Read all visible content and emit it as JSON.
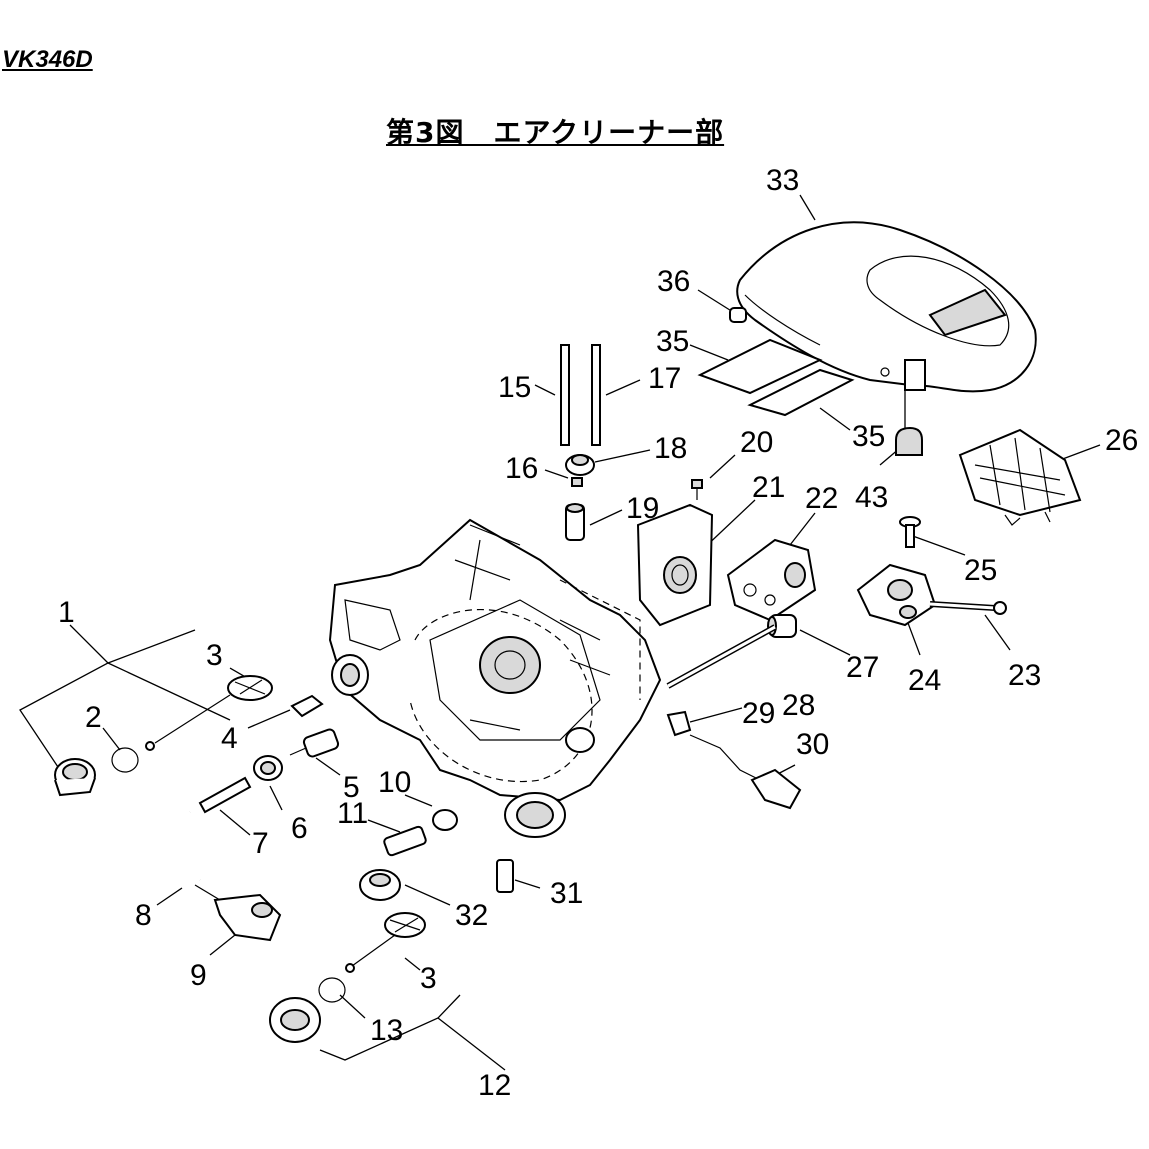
{
  "header": {
    "model": "VK346D",
    "title": "第3図　エアクリーナー部"
  },
  "callouts": [
    {
      "id": "c1",
      "text": "1"
    },
    {
      "id": "c2",
      "text": "2"
    },
    {
      "id": "c3a",
      "text": "3"
    },
    {
      "id": "c3b",
      "text": "3"
    },
    {
      "id": "c4",
      "text": "4"
    },
    {
      "id": "c5",
      "text": "5"
    },
    {
      "id": "c6",
      "text": "6"
    },
    {
      "id": "c7",
      "text": "7"
    },
    {
      "id": "c8",
      "text": "8"
    },
    {
      "id": "c9",
      "text": "9"
    },
    {
      "id": "c10",
      "text": "10"
    },
    {
      "id": "c11",
      "text": "11"
    },
    {
      "id": "c12",
      "text": "12"
    },
    {
      "id": "c13",
      "text": "13"
    },
    {
      "id": "c15",
      "text": "15"
    },
    {
      "id": "c16",
      "text": "16"
    },
    {
      "id": "c17",
      "text": "17"
    },
    {
      "id": "c18",
      "text": "18"
    },
    {
      "id": "c19",
      "text": "19"
    },
    {
      "id": "c20",
      "text": "20"
    },
    {
      "id": "c21",
      "text": "21"
    },
    {
      "id": "c22",
      "text": "22"
    },
    {
      "id": "c23",
      "text": "23"
    },
    {
      "id": "c24",
      "text": "24"
    },
    {
      "id": "c25",
      "text": "25"
    },
    {
      "id": "c26",
      "text": "26"
    },
    {
      "id": "c27",
      "text": "27"
    },
    {
      "id": "c28",
      "text": "28"
    },
    {
      "id": "c29",
      "text": "29"
    },
    {
      "id": "c30",
      "text": "30"
    },
    {
      "id": "c31",
      "text": "31"
    },
    {
      "id": "c32",
      "text": "32"
    },
    {
      "id": "c33",
      "text": "33"
    },
    {
      "id": "c35a",
      "text": "35"
    },
    {
      "id": "c35b",
      "text": "35"
    },
    {
      "id": "c36",
      "text": "36"
    },
    {
      "id": "c43",
      "text": "43"
    }
  ]
}
